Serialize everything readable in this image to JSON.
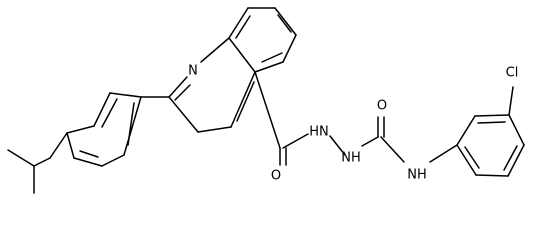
{
  "molecule": {
    "atoms": {
      "n_quinoline": "N",
      "o_carbonyl_left": "O",
      "o_carbonyl_right": "O",
      "nh_hydrazide_1": "HN",
      "nh_hydrazide_2": "NH",
      "nh_amide": "NH",
      "cl": "Cl"
    }
  }
}
